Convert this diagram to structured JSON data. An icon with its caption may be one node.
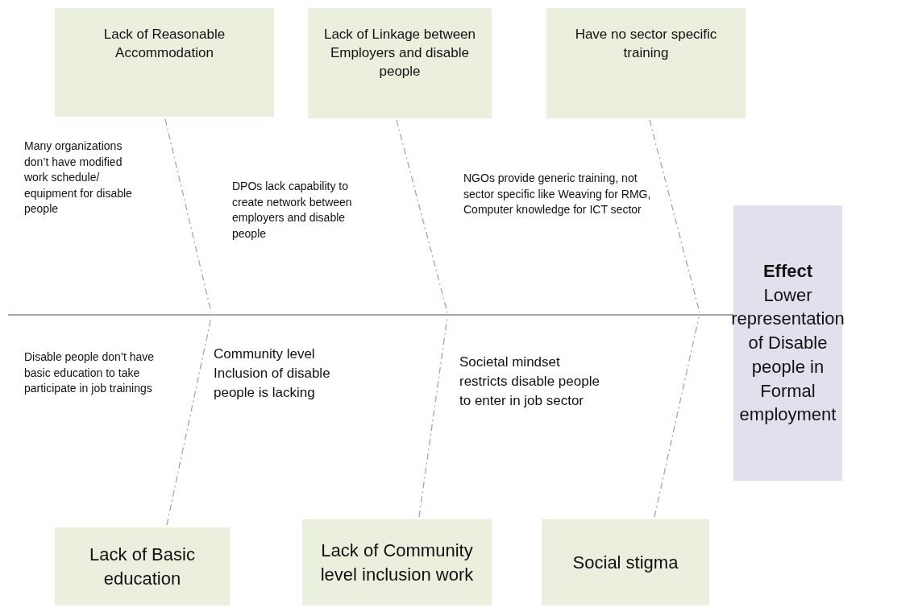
{
  "diagram": {
    "nodes": [
      {
        "text": [
          "Lack of Reasonable Accommodation"
        ]
      },
      {
        "text": [
          "Lack of Linkage between Employers and disable people"
        ]
      },
      {
        "text": [
          "Have no sector specific training"
        ]
      },
      {
        "text": [
          "Lack of Basic education"
        ]
      },
      {
        "text": [
          "Lack of Community level inclusion work"
        ]
      },
      {
        "text": [
          "Social stigma"
        ]
      },
      {
        "text": [
          "Effect",
          "Lower representation of Disable people in Formal employment"
        ]
      }
    ],
    "edges": [
      {
        "from": 0,
        "to": null,
        "arrow": "none",
        "style": "dashed"
      },
      {
        "from": 1,
        "to": null,
        "arrow": "none",
        "style": "dashed"
      },
      {
        "from": 2,
        "to": null,
        "arrow": "none",
        "style": "dashed"
      },
      {
        "from": 3,
        "to": null,
        "arrow": "none",
        "style": "dashed"
      },
      {
        "from": 4,
        "to": null,
        "arrow": "none",
        "style": "dashed"
      },
      {
        "from": 5,
        "to": null,
        "arrow": "none",
        "style": "dashed"
      },
      {
        "from": null,
        "to": 6,
        "arrow": "none"
      }
    ],
    "labels": [
      "Many organizations don’t have modified work schedule/ equipment for disable people",
      "DPOs lack capability to create network between employers and disable people",
      "NGOs provide generic training, not sector specific like Weaving for RMG, Computer knowledge for ICT sector",
      "Disable people don’t have basic education to take participate in job trainings",
      "Community level Inclusion of disable people is lacking",
      "Societal mindset restricts disable people to enter in job sector"
    ]
  }
}
